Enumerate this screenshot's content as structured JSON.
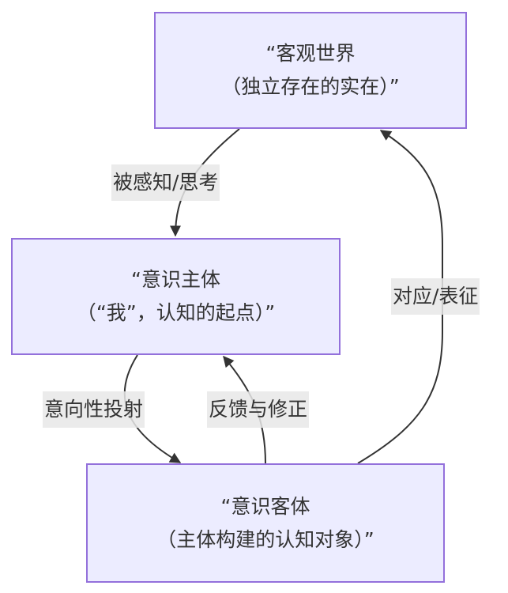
{
  "diagram": {
    "type": "flowchart",
    "colors": {
      "node_fill": "#ececff",
      "node_border": "#9370db",
      "edge_stroke": "#333333",
      "label_background": "#e8e8e8",
      "text": "#333333"
    },
    "nodes": {
      "world": {
        "line1": "“客观世界",
        "line2": "（独立存在的实在）”"
      },
      "subject": {
        "line1": "“意识主体",
        "line2": "（“我”，认知的起点）”"
      },
      "object": {
        "line1": "“意识客体",
        "line2": "（主体构建的认知对象）”"
      }
    },
    "edges": [
      {
        "from": "world",
        "to": "subject",
        "label": "被感知/思考"
      },
      {
        "from": "subject",
        "to": "object",
        "label": "意向性投射"
      },
      {
        "from": "object",
        "to": "subject",
        "label": "反馈与修正"
      },
      {
        "from": "object",
        "to": "world",
        "label": "对应/表征"
      }
    ]
  }
}
